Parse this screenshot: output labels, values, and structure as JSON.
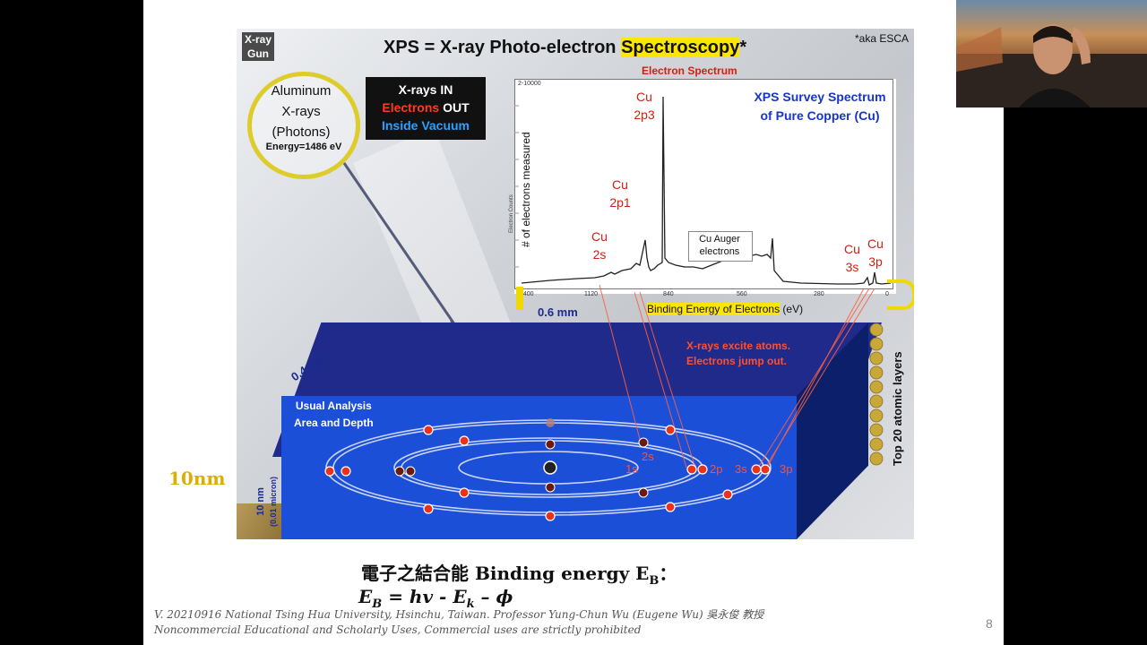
{
  "slide": {
    "gun_label": [
      "X-ray",
      "Gun"
    ],
    "title_pre": "XPS  =  X-ray Photo-electron ",
    "title_hl": "Spectroscopy",
    "title_post": "*",
    "aka": "*aka ESCA",
    "source_lines": [
      "Aluminum",
      "X-rays",
      "(Photons)"
    ],
    "energy": "Energy=1486 eV",
    "io": {
      "line1_a": "X-rays",
      "line1_b": "IN",
      "line2_a": "Electrons",
      "line2_b": "OUT",
      "line3": "Inside Vacuum"
    },
    "spectrum": {
      "title": "Electron Spectrum",
      "ylabel": "# of electrons measured",
      "ylabel_small": "Electron Counts",
      "y_top_tick": "2-10000",
      "x_ticks": [
        "1400",
        "1120",
        "840",
        "560",
        "280",
        "0"
      ],
      "xlabel_hl": "Binding Energy of Electrons",
      "xlabel_unit": " (eV)",
      "xps_label": "XPS Survey Spectrum of Pure Copper (Cu)",
      "peaks": {
        "cu2p3": [
          "Cu",
          "2p3"
        ],
        "cu2p1": [
          "Cu",
          "2p1"
        ],
        "cu2s": [
          "Cu",
          "2s"
        ],
        "auger": "Cu Auger electrons",
        "cu3s": [
          "Cu",
          "3s"
        ],
        "cu3p": [
          "Cu",
          "3p"
        ]
      }
    },
    "dims": {
      "width": "0.6 mm",
      "depth": "0.4 mm",
      "thickness": "10 nm",
      "thickness_sub": "(0.01 micron)"
    },
    "usual_area": [
      "Usual Analysis",
      "Area and Depth"
    ],
    "excite": [
      "X-rays excite atoms.",
      "Electrons  jump out."
    ],
    "orbitals": {
      "s1": "1s",
      "s2": "2s",
      "p2": "2p",
      "s3": "3s",
      "p3": "3p"
    },
    "top_layers": "Top 20 atomic layers",
    "ten_nm": "10nm",
    "equation": {
      "line1_pre": "電子之結合能 Binding energy E",
      "line1_sub": "B",
      "line1_post": "：",
      "l2_a": "E",
      "l2_a_sub": "B",
      "l2_b": " = hv - E",
      "l2_b_sub": "k",
      "l2_c": " – ϕ"
    },
    "credit": [
      "V. 20210916 National Tsing Hua University, Hsinchu, Taiwan. Professor Yung-Chun Wu (Eugene Wu) 吳永俊 教授",
      "Noncommercial Educational and Scholarly Uses, Commercial uses are strictly prohibited"
    ],
    "page_number": "8"
  },
  "colors": {
    "accent_red": "#d02010",
    "xps_blue": "#1535c8",
    "highlight": "#ffe600",
    "block_blue": "#1b4fd8"
  },
  "webcam": {
    "icon": "presenter-video-feed"
  }
}
